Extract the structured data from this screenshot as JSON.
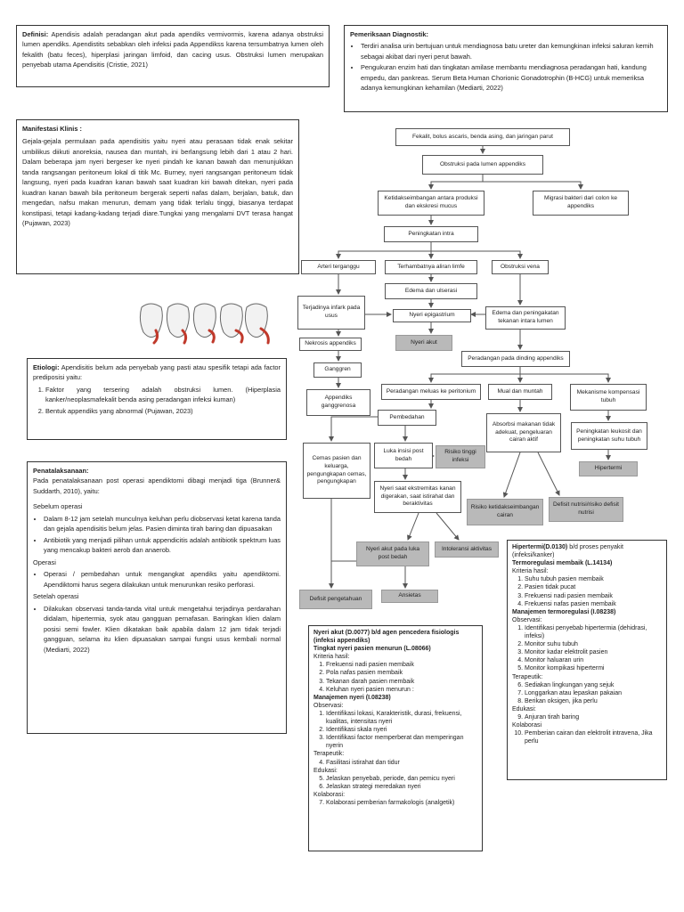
{
  "definisi": {
    "label": "Definisi:",
    "text": "Apendisis adalah peradangan akut pada apendiks vermivormis, karena adanya obstruksi lumen apendiks. Apendistits sebabkan oleh infeksi pada Appendikss karena tersumbatnya lumen oleh fekalith (batu feces), hiperplasi jaringan limfoid, dan cacing usus. Obstruksi lumen merupakan penyebab utama Apendisitis (Cristie, 2021)"
  },
  "diagnostik": {
    "title": "Pemeriksaan Diagnostik:",
    "items": [
      "Terdiri analisa urin bertujuan untuk mendiagnosa batu ureter dan kemungkinan infeksi saluran kemih sebagai akibat dari nyeri perut bawah.",
      "Pengukuran enzim hati dan tingkatan amilase membantu mendiagnosa peradangan hati, kandung empedu, dan pankreas. Serum Beta Human Chorionic Gonadotrophin (B-HCG) untuk memeriksa adanya kemungkinan kehamilan (Mediarti, 2022)"
    ]
  },
  "manifestasi": {
    "title": "Manifestasi Klinis :",
    "text": "Gejala-gejala permulaan pada apendisitis yaitu nyeri atau perasaan tidak enak sekitar umbilikus diikuti anoreksia, nausea dan muntah, ini berlangsung lebih dari 1 atau 2 hari. Dalam beberapa jam nyeri bergeser ke nyeri pindah ke kanan bawah dan menunjukkan tanda rangsangan peritoneum lokal di titik Mc. Burney, nyeri rangsangan peritoneum tidak langsung, nyeri pada kuadran kanan bawah saat kuadran kiri bawah ditekan, nyeri pada kuadran kanan bawah bila peritoneum bergerak seperti nafas dalam, berjalan, batuk, dan mengedan, nafsu makan menurun, demam yang tidak terlalu tinggi, biasanya terdapat konstipasi, tetapi kadang-kadang terjadi diare.Tungkai yang mengalami DVT terasa hangat (Pujawan, 2023)"
  },
  "etiologi": {
    "label": "Etiologi:",
    "intro": "Apendisitis belum ada penyebab yang pasti atau spesifik tetapi ada factor prediposisi yaitu:",
    "items": [
      "Faktor yang tersering adalah obstruksi lumen. (Hiperplasia kanker/neoplasmafekalit benda asing peradangan infeksi kuman)",
      "Bentuk appendiks yang abnormal (Pujawan, 2023)"
    ]
  },
  "penatalaksanaan": {
    "title": "Penatalaksanaan:",
    "intro": "Pada penatalaksanaan post operasi apendiktomi dibagi menjadi tiga (Brunner& Suddarth, 2010), yaitu:",
    "sebelum_label": "Sebelum operasi",
    "sebelum_items": [
      "Dalam 8-12 jam setelah munculnya keluhan perlu diobservasi ketat karena tanda dan gejala apendisitis belum jelas. Pasien diminta tirah baring dan dipuasakan",
      "Antibiotik yang menjadi pilihan untuk appendicitis adalah antibiotik spektrum luas yang mencakup bakteri aerob dan anaerob."
    ],
    "operasi_label": "Operasi",
    "operasi_items": [
      "Operasi / pembedahan untuk mengangkat apendiks yaitu apendiktomi. Apendiktomi harus segera dilakukan untuk menurunkan resiko perforasi."
    ],
    "setelah_label": "Setelah operasi",
    "setelah_items": [
      "Dilakukan observasi tanda-tanda vital untuk mengetahui terjadinya perdarahan didalam, hipertermia, syok atau gangguan pernafasan. Baringkan klien dalam posisi semi fowler. Klien dikatakan baik apabila dalam 12 jam tidak terjadi gangguan, selama itu klien dipuasakan sampai fungsi usus kembali normal (Mediarti, 2022)"
    ]
  },
  "flow": {
    "n1": "Fekalit, bolus ascaris, benda asing, dan jaringan parut",
    "n2": "Obstruksi pada lumen appendiks",
    "n3": "Ketidakseimbangan antara produksi dan ekskresi mucus",
    "n4": "Migrasi bakteri dari colon ke appendiks",
    "n5": "Peningkatan intra",
    "n6": "Arteri terganggu",
    "n7": "Terhambatnya aliran limfe",
    "n8": "Obstruksi vena",
    "n9": "Edema dan ulserasi",
    "n10": "Terjadinya infark pada usus",
    "n11": "Nyeri epigastrium",
    "n12": "Edema dan peningakatan tekanan intara lumen",
    "n13": "Nyeri akut",
    "n14": "Nekrosis appendiks",
    "n15": "Peradangan pada dinding appendiks",
    "n16": "Ganggren",
    "n17": "Appendiks ganggrenosa",
    "n18": "Peradangan meluas ke peritonium",
    "n19": "Mual dan muntah",
    "n20": "Mekanisme kompensasi tubuh",
    "n21": "Pembedahan",
    "n22": "Absorbsi makanan tidak adekuat, pengeluaran cairan aktif",
    "n23": "Peningkatan leukosit dan peningkatan suhu tubuh",
    "n24": "Cemas pasien dan keluarga, pengungkapan cemas, pengungkapan",
    "n25": "Luka insisi post bedah",
    "n26": "Risiko tinggi infeksi",
    "n27": "Hipertermi",
    "n28": "Nyeri saat ekstremitas kanan digerakan, saat istirahat dan beraktivitas",
    "n29": "Risiko ketidakseimbangan cairan",
    "n30": "Defisit nutrisi/risiko defisit nutrisi",
    "n31": "Nyeri akut pada luka post bedah",
    "n32": "Intoleransi aktivitas",
    "n33": "Defisit pengetahuan",
    "n34": "Ansietas"
  },
  "hipertermi": {
    "title": "Hipertermi(D.0130)",
    "title_rest": "b/d proses penyakit (infeksi/kanker)",
    "outcome_title": "Termoregulasi membaik (L.14134)",
    "kriteria_label": "Kriteria hasil:",
    "kriteria": [
      "Suhu tubuh pasien membaik",
      "Pasien tidak pucat",
      "Frekuensi nadi pasien membaik",
      "Frekuensi nafas pasien membaik"
    ],
    "intervensi_title": "Manajemen termoregulasi (I.08238)",
    "observasi_label": "Observasi:",
    "observasi": [
      "Identifikasi penyebab hipertermia (dehidrasi, infeksi)",
      "Monitor suhu tubuh",
      "Monitor kadar elektrolit pasien",
      "Monitor haluaran urin",
      "Monitor kompikasi hipertermi"
    ],
    "terapeutik_label": "Terapeutik:",
    "terapeutik": [
      "Sediakan lingkungan yang sejuk",
      "Longgarkan atau lepaskan pakaian",
      "Berikan oksigen, jika perlu"
    ],
    "edukasi_label": "Edukasi:",
    "edukasi": [
      "Anjuran tirah baring"
    ],
    "kolaborasi_label": "Kolaborasi",
    "kolaborasi": [
      "Pemberian cairan dan elektrolit intravena, Jika perlu"
    ]
  },
  "nyeri": {
    "title": "Nyeri akut (D.0077) b/d agen pencedera fisiologis (infeksi appendiks)",
    "outcome_title": "Tingkat nyeri pasien menurun (L.08066)",
    "kriteria_label": "Kriteria hasil:",
    "kriteria": [
      "Frekuensi nadi pasien membaik",
      "Pola nafas pasien membaik",
      "Tekanan darah pasien membaik",
      "Keluhan nyeri pasien menurun :"
    ],
    "intervensi_title": "Manajemen nyeri (I.08238)",
    "observasi_label": "Observasi:",
    "observasi": [
      "Identifikasi lokasi, Karakteristik, durasi, frekuensi, kualitas, intensitas nyeri",
      "Identifikasi skala nyeri",
      "Identifikasi factor memperberat dan memperingan nyerin"
    ],
    "terapeutik_label": "Terapeutik:",
    "terapeutik": [
      "Fasilitasi istirahat dan tidur"
    ],
    "edukasi_label": "Edukasi:",
    "edukasi": [
      "Jelaskan penyebab, periode, dan pemicu nyeri",
      "Jelaskan strategi meredakan nyeri"
    ],
    "kolaborasi_label": "Kolaborasi:",
    "kolaborasi": [
      "Kolaborasi pemberian farmakologis (analgetik)"
    ]
  }
}
